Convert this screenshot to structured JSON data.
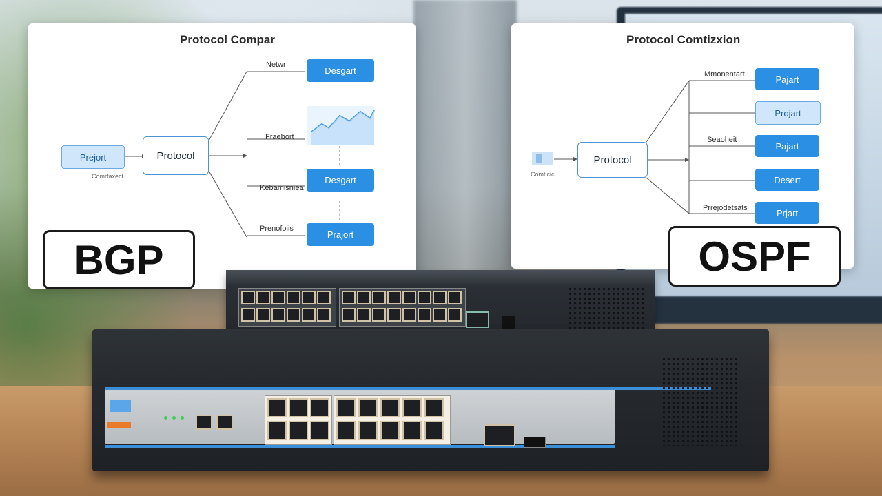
{
  "left_panel": {
    "title": "Protocol Compar",
    "input_box": "Prejort",
    "input_caption": "Comrfaxect",
    "center_node": "Protocol",
    "branch_labels": [
      "Netwr",
      "Fraebort",
      "Kebamisniea",
      "Prenofoiis"
    ],
    "output_boxes": [
      "Desgart",
      "Desgart",
      "Prajort"
    ],
    "badge": "BGP"
  },
  "right_panel": {
    "title": "Protocol Comtizxion",
    "input_caption": "Comticic",
    "center_node": "Protocol",
    "branch_labels": [
      "Mmonentart",
      "Seaoheit",
      "Prrejodetsats"
    ],
    "output_boxes": [
      "Pajart",
      "Projart",
      "Pajart",
      "Desert",
      "Prjart"
    ],
    "badge": "OSPF"
  },
  "colors": {
    "accent_blue": "#2b8fe3",
    "light_blue": "#cfe6fb",
    "badge_border": "#1a1a1a"
  }
}
